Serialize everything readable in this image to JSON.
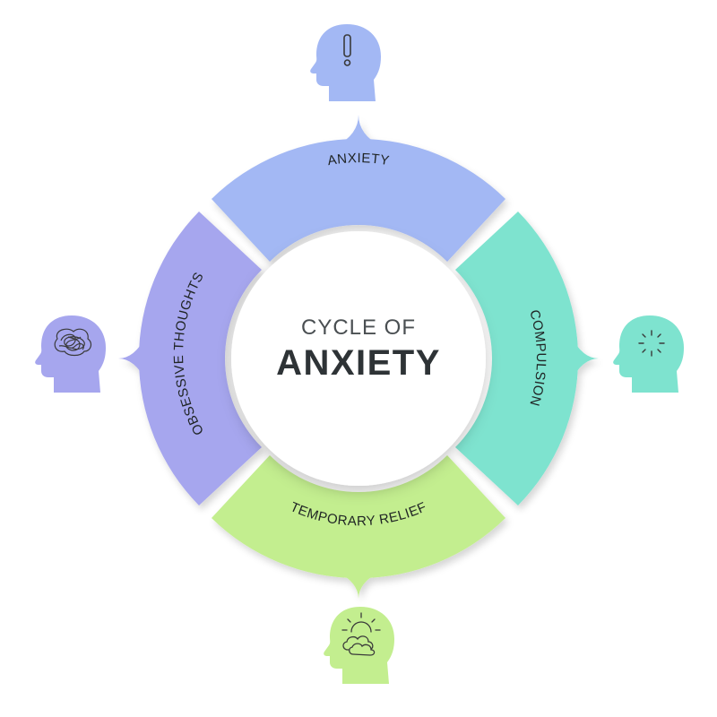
{
  "center": {
    "line1": "CYCLE OF",
    "line2": "ANXIETY"
  },
  "segments": [
    {
      "label": "ANXIETY",
      "color": "#a3b8f4",
      "icon": "exclamation-icon"
    },
    {
      "label": "COMPULSION",
      "color": "#7ee3cf",
      "icon": "sparkle-burst-icon"
    },
    {
      "label": "TEMPORARY RELIEF",
      "color": "#c3ee8f",
      "icon": "sun-behind-cloud-icon"
    },
    {
      "label": "OBSESSIVE THOUGHTS",
      "color": "#a6a6ee",
      "icon": "tangled-scribble-icon"
    }
  ],
  "colors": {
    "center_fill": "#ffffff",
    "text_dark": "#2e3336",
    "icon_line": "#3a3a3a"
  }
}
